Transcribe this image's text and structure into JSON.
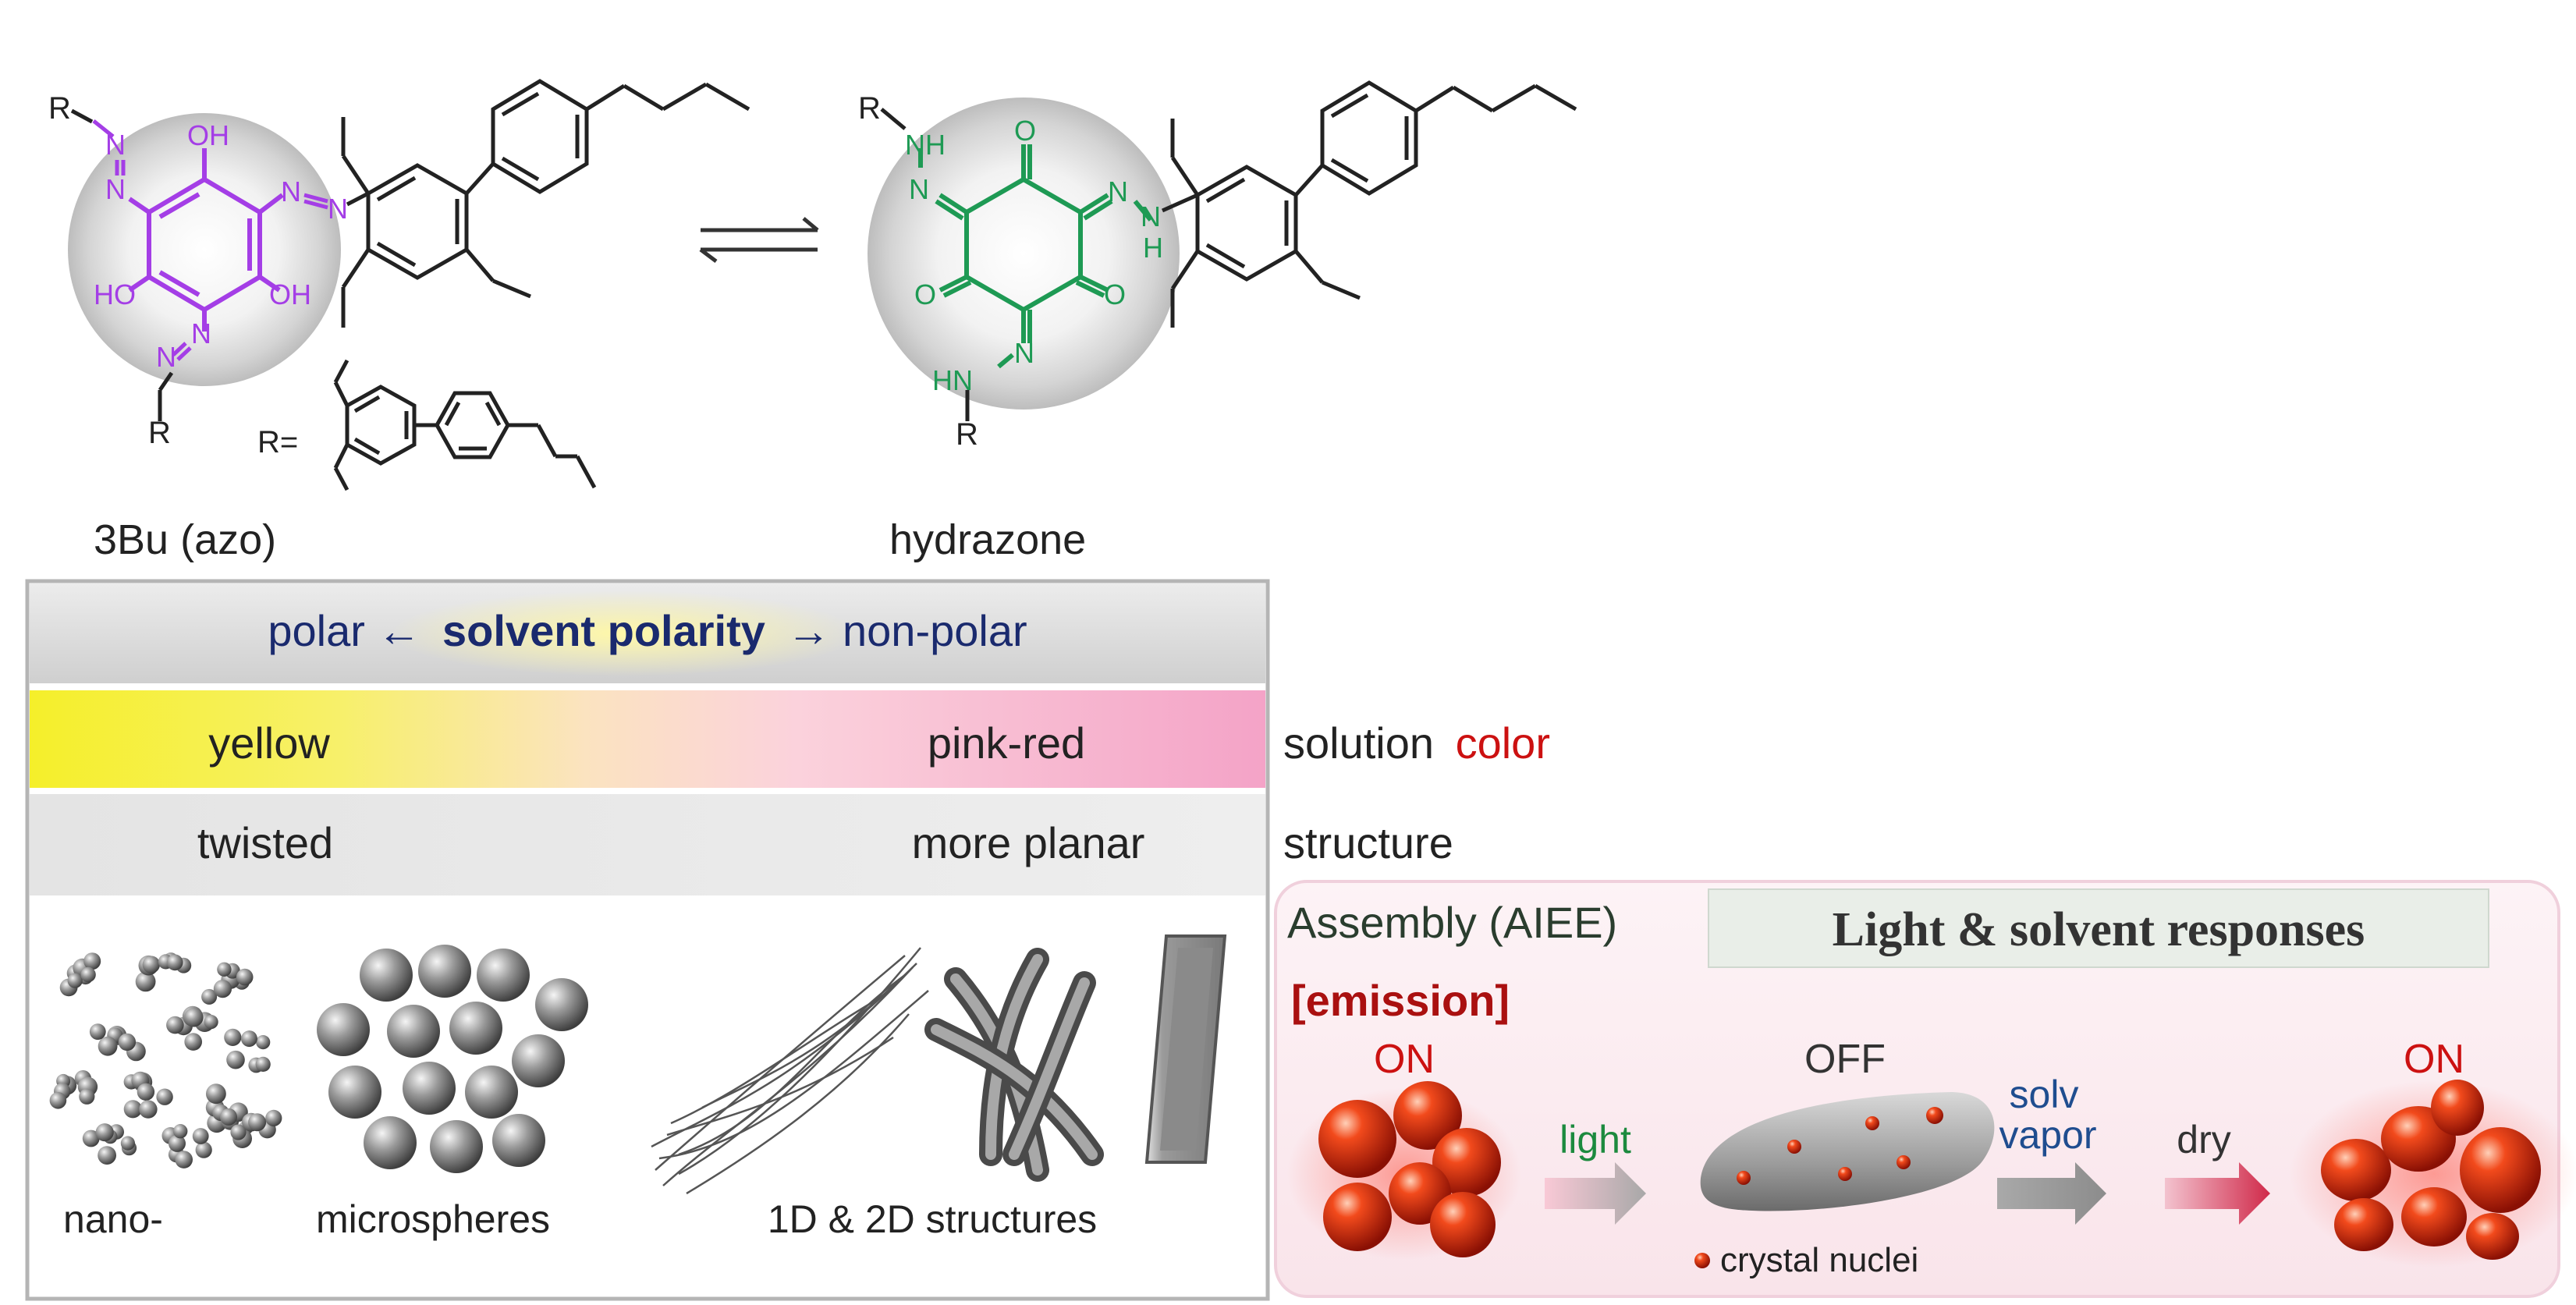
{
  "labels": {
    "R": "R",
    "OH": "OH",
    "HO": "HO",
    "N": "N",
    "NH": "NH",
    "HN": "HN",
    "O": "O",
    "H": "H",
    "R_eq": "R=",
    "azo_name": "3Bu (azo)",
    "hydrazone_name": "hydrazone"
  },
  "polarity": {
    "polar": "polar ←",
    "bold": "solvent polarity",
    "nonpolar": "→ non-polar"
  },
  "rows": {
    "color_left": "yellow",
    "color_right": "pink-red",
    "color_label_1": "solution",
    "color_label_2": "color",
    "struct_left": "twisted",
    "struct_right": "more planar",
    "struct_label": "structure"
  },
  "morph": {
    "nano": "nano-",
    "micro": "microspheres",
    "one_two_d": "1D & 2D structures"
  },
  "assembly": {
    "title": "Assembly (AIEE)",
    "heading": "Light & solvent responses",
    "emission": "[emission]",
    "on_left": "ON",
    "off": "OFF",
    "on_right": "ON",
    "light": "light",
    "solv": "solv",
    "vapor": "vapor",
    "dry": "dry",
    "nuclei": "crystal nuclei"
  },
  "colors": {
    "azo_core": "#a43ee6",
    "hydrazone_core": "#1e9a54",
    "navy": "#1a2a6e",
    "red": "#cc1111",
    "dark_red": "#aa1010",
    "green": "#1c8a3e",
    "blue": "#1f4d8f"
  }
}
